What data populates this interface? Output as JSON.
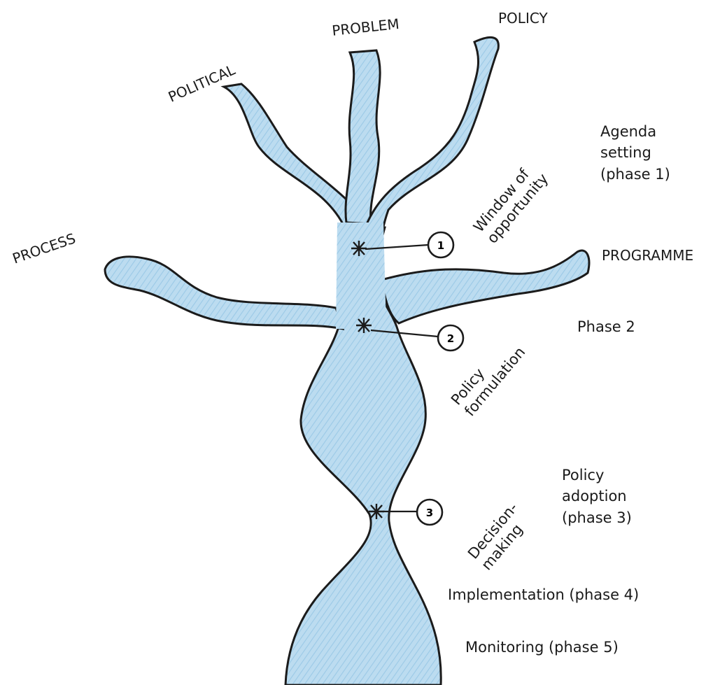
{
  "streams": {
    "political": "POLITICAL",
    "problem": "PROBLEM",
    "policy": "POLICY",
    "process": "PROCESS",
    "programme": "PROGRAMME"
  },
  "annotations": {
    "window_line1": "Window of",
    "window_line2": "opportunity",
    "formulation_line1": "Policy",
    "formulation_line2": "formulation",
    "decision_line1": "Decision-",
    "decision_line2": "making"
  },
  "phases": {
    "agenda_line1": "Agenda",
    "agenda_line2": "setting",
    "agenda_line3": "(phase 1)",
    "phase2": "Phase 2",
    "adoption_line1": "Policy",
    "adoption_line2": "adoption",
    "adoption_line3": "(phase 3)",
    "implementation": "Implementation (phase 4)",
    "monitoring": "Monitoring (phase 5)"
  },
  "markers": {
    "m1": "1",
    "m2": "2",
    "m3": "3"
  },
  "colors": {
    "river_fill": "#b5d8ee",
    "river_hatch": "#8ec2e2",
    "outline": "#1b1b1b"
  }
}
